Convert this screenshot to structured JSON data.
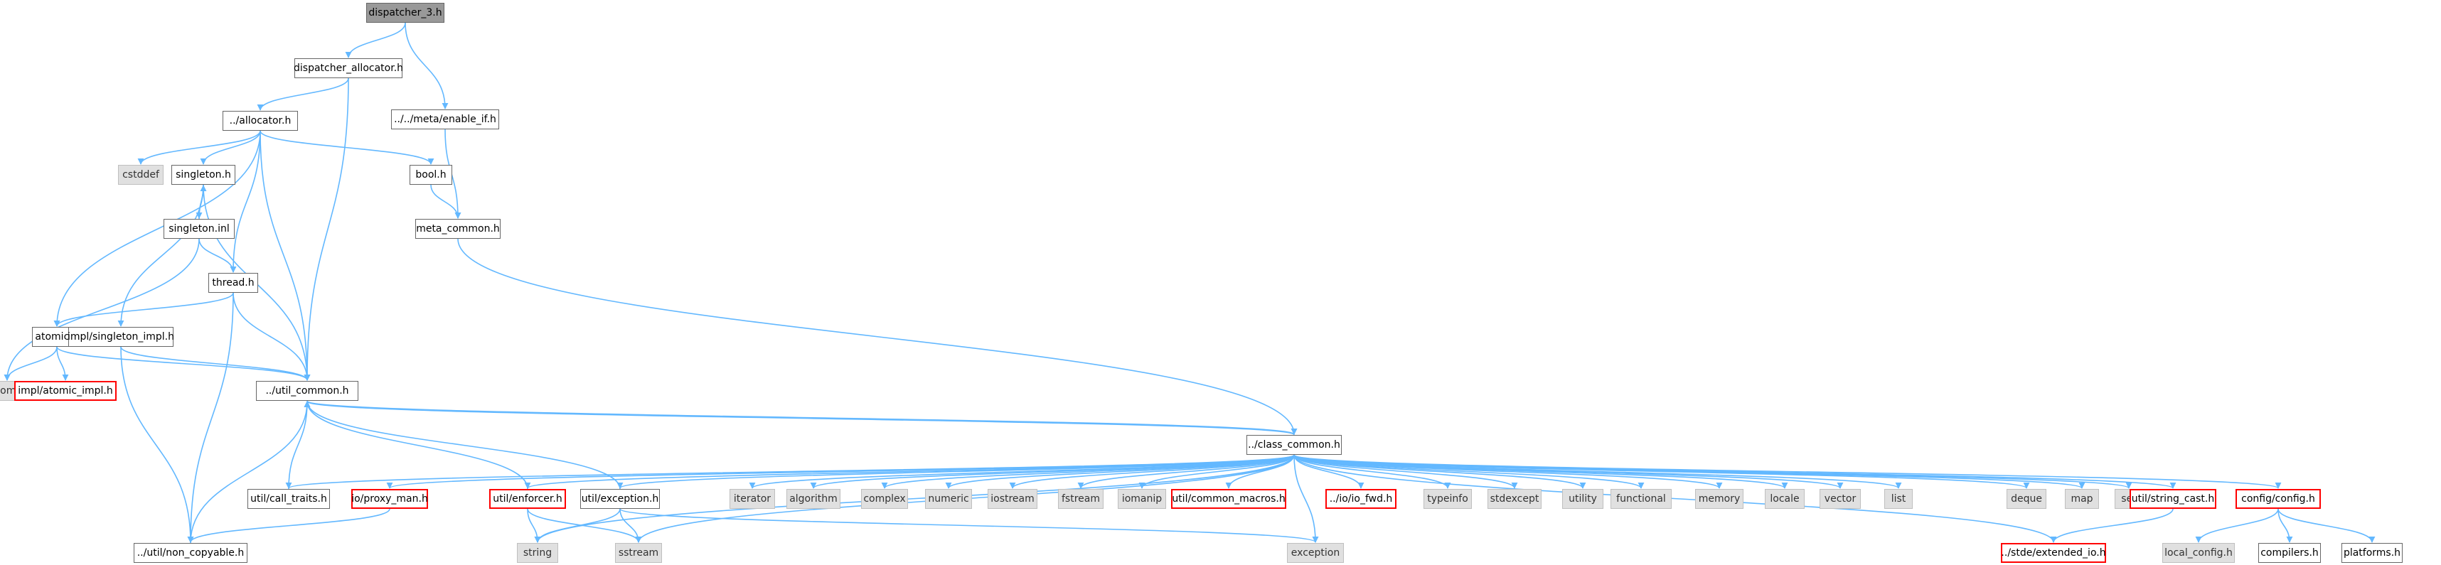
{
  "colors": {
    "edge": "#63b8ff",
    "node_border": "#666666",
    "root_fill": "#999999",
    "system_fill": "#e0e0e0",
    "missing_border": "#ff0000"
  },
  "nodes": [
    {
      "id": "dispatcher_3",
      "label": "dispatcher_3.h",
      "kind": "root"
    },
    {
      "id": "dispatcher_allocator",
      "label": "dispatcher_allocator.h",
      "kind": "header"
    },
    {
      "id": "enable_if",
      "label": "../../meta/enable_if.h",
      "kind": "header"
    },
    {
      "id": "allocator",
      "label": "../allocator.h",
      "kind": "header"
    },
    {
      "id": "cstddef",
      "label": "cstddef",
      "kind": "system"
    },
    {
      "id": "singleton",
      "label": "singleton.h",
      "kind": "header"
    },
    {
      "id": "bool",
      "label": "bool.h",
      "kind": "header"
    },
    {
      "id": "meta_common",
      "label": "meta_common.h",
      "kind": "header"
    },
    {
      "id": "singleton_inl",
      "label": "singleton.inl",
      "kind": "header"
    },
    {
      "id": "thread",
      "label": "thread.h",
      "kind": "header"
    },
    {
      "id": "atomic_h",
      "label": "atomic.h",
      "kind": "header"
    },
    {
      "id": "singleton_impl",
      "label": "impl/singleton_impl.h",
      "kind": "header"
    },
    {
      "id": "atomic",
      "label": "atomic",
      "kind": "system"
    },
    {
      "id": "atomic_impl",
      "label": "impl/atomic_impl.h",
      "kind": "missing"
    },
    {
      "id": "util_common",
      "label": "../util_common.h",
      "kind": "header"
    },
    {
      "id": "class_common",
      "label": "../class_common.h",
      "kind": "header"
    },
    {
      "id": "call_traits",
      "label": "util/call_traits.h",
      "kind": "header"
    },
    {
      "id": "proxy_man",
      "label": "io/proxy_man.h",
      "kind": "missing"
    },
    {
      "id": "enforcer",
      "label": "util/enforcer.h",
      "kind": "missing"
    },
    {
      "id": "exception_h",
      "label": "util/exception.h",
      "kind": "header"
    },
    {
      "id": "iterator",
      "label": "iterator",
      "kind": "system"
    },
    {
      "id": "algorithm",
      "label": "algorithm",
      "kind": "system"
    },
    {
      "id": "complex",
      "label": "complex",
      "kind": "system"
    },
    {
      "id": "numeric",
      "label": "numeric",
      "kind": "system"
    },
    {
      "id": "iostream",
      "label": "iostream",
      "kind": "system"
    },
    {
      "id": "fstream",
      "label": "fstream",
      "kind": "system"
    },
    {
      "id": "iomanip",
      "label": "iomanip",
      "kind": "system"
    },
    {
      "id": "common_macros",
      "label": "util/common_macros.h",
      "kind": "missing"
    },
    {
      "id": "io_fwd",
      "label": "../io/io_fwd.h",
      "kind": "missing"
    },
    {
      "id": "typeinfo",
      "label": "typeinfo",
      "kind": "system"
    },
    {
      "id": "stdexcept",
      "label": "stdexcept",
      "kind": "system"
    },
    {
      "id": "utility",
      "label": "utility",
      "kind": "system"
    },
    {
      "id": "functional",
      "label": "functional",
      "kind": "system"
    },
    {
      "id": "memory",
      "label": "memory",
      "kind": "system"
    },
    {
      "id": "locale",
      "label": "locale",
      "kind": "system"
    },
    {
      "id": "vector",
      "label": "vector",
      "kind": "system"
    },
    {
      "id": "list",
      "label": "list",
      "kind": "system"
    },
    {
      "id": "deque",
      "label": "deque",
      "kind": "system"
    },
    {
      "id": "map",
      "label": "map",
      "kind": "system"
    },
    {
      "id": "set",
      "label": "set",
      "kind": "system"
    },
    {
      "id": "string_cast",
      "label": "util/string_cast.h",
      "kind": "missing"
    },
    {
      "id": "config",
      "label": "config/config.h",
      "kind": "missing"
    },
    {
      "id": "non_copyable",
      "label": "../util/non_copyable.h",
      "kind": "header"
    },
    {
      "id": "string",
      "label": "string",
      "kind": "system"
    },
    {
      "id": "sstream",
      "label": "sstream",
      "kind": "system"
    },
    {
      "id": "exception",
      "label": "exception",
      "kind": "system"
    },
    {
      "id": "extended_io",
      "label": "../stde/extended_io.h",
      "kind": "missing"
    },
    {
      "id": "local_config",
      "label": "local_config.h",
      "kind": "system"
    },
    {
      "id": "compilers",
      "label": "compilers.h",
      "kind": "header"
    },
    {
      "id": "platforms",
      "label": "platforms.h",
      "kind": "header"
    }
  ],
  "edges": [
    [
      "dispatcher_3",
      "dispatcher_allocator"
    ],
    [
      "dispatcher_3",
      "enable_if"
    ],
    [
      "dispatcher_allocator",
      "allocator"
    ],
    [
      "dispatcher_allocator",
      "util_common"
    ],
    [
      "enable_if",
      "meta_common"
    ],
    [
      "allocator",
      "cstddef"
    ],
    [
      "allocator",
      "singleton"
    ],
    [
      "allocator",
      "bool"
    ],
    [
      "allocator",
      "thread"
    ],
    [
      "allocator",
      "atomic_h"
    ],
    [
      "allocator",
      "util_common"
    ],
    [
      "bool",
      "meta_common"
    ],
    [
      "meta_common",
      "class_common"
    ],
    [
      "singleton",
      "singleton_inl"
    ],
    [
      "singleton",
      "singleton_impl"
    ],
    [
      "singleton",
      "util_common"
    ],
    [
      "singleton_inl",
      "singleton"
    ],
    [
      "singleton_inl",
      "thread"
    ],
    [
      "singleton_inl",
      "atomic"
    ],
    [
      "thread",
      "atomic_h"
    ],
    [
      "thread",
      "util_common"
    ],
    [
      "thread",
      "non_copyable"
    ],
    [
      "atomic_h",
      "atomic"
    ],
    [
      "atomic_h",
      "atomic_impl"
    ],
    [
      "atomic_h",
      "util_common"
    ],
    [
      "singleton_impl",
      "util_common"
    ],
    [
      "singleton_impl",
      "non_copyable"
    ],
    [
      "util_common",
      "class_common"
    ],
    [
      "class_common",
      "util_common"
    ],
    [
      "class_common",
      "call_traits"
    ],
    [
      "class_common",
      "proxy_man"
    ],
    [
      "class_common",
      "enforcer"
    ],
    [
      "class_common",
      "exception_h"
    ],
    [
      "class_common",
      "iterator"
    ],
    [
      "class_common",
      "algorithm"
    ],
    [
      "class_common",
      "complex"
    ],
    [
      "class_common",
      "numeric"
    ],
    [
      "class_common",
      "iostream"
    ],
    [
      "class_common",
      "fstream"
    ],
    [
      "class_common",
      "iomanip"
    ],
    [
      "class_common",
      "common_macros"
    ],
    [
      "class_common",
      "io_fwd"
    ],
    [
      "class_common",
      "typeinfo"
    ],
    [
      "class_common",
      "stdexcept"
    ],
    [
      "class_common",
      "utility"
    ],
    [
      "class_common",
      "functional"
    ],
    [
      "class_common",
      "memory"
    ],
    [
      "class_common",
      "locale"
    ],
    [
      "class_common",
      "vector"
    ],
    [
      "class_common",
      "list"
    ],
    [
      "class_common",
      "deque"
    ],
    [
      "class_common",
      "map"
    ],
    [
      "class_common",
      "set"
    ],
    [
      "class_common",
      "string_cast"
    ],
    [
      "class_common",
      "config"
    ],
    [
      "class_common",
      "string"
    ],
    [
      "class_common",
      "sstream"
    ],
    [
      "class_common",
      "exception"
    ],
    [
      "class_common",
      "extended_io"
    ],
    [
      "call_traits",
      "util_common"
    ],
    [
      "proxy_man",
      "non_copyable"
    ],
    [
      "enforcer",
      "util_common"
    ],
    [
      "enforcer",
      "string"
    ],
    [
      "enforcer",
      "sstream"
    ],
    [
      "exception_h",
      "util_common"
    ],
    [
      "exception_h",
      "string"
    ],
    [
      "exception_h",
      "sstream"
    ],
    [
      "exception_h",
      "exception"
    ],
    [
      "non_copyable",
      "util_common"
    ],
    [
      "string_cast",
      "extended_io"
    ],
    [
      "config",
      "local_config"
    ],
    [
      "config",
      "compilers"
    ],
    [
      "config",
      "platforms"
    ]
  ]
}
